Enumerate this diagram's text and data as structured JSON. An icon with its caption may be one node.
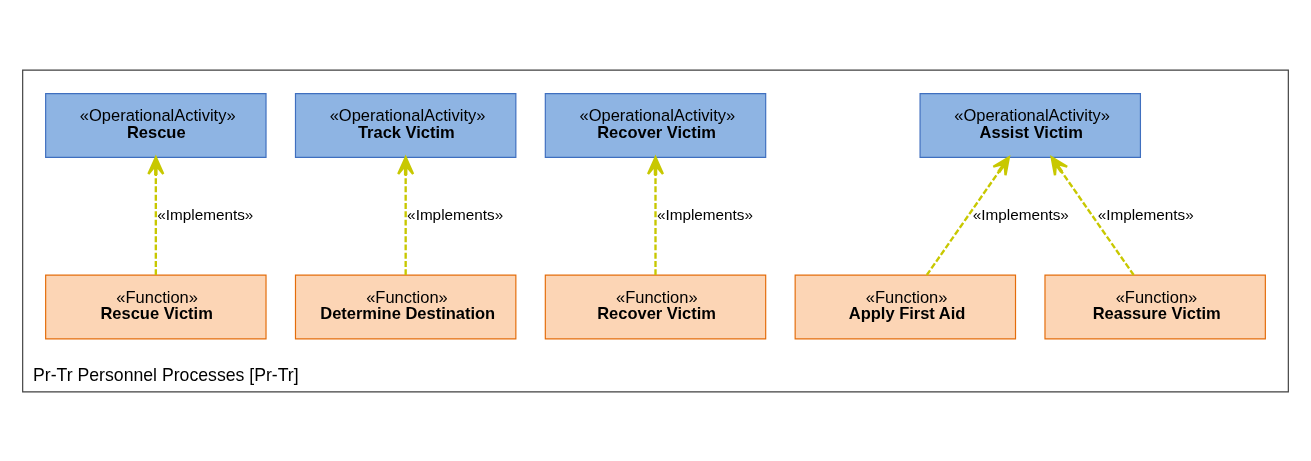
{
  "diagram": {
    "nodes": [
      {
        "text": [
          "Pr-Tr Personnel Processes [Pr-Tr]"
        ]
      },
      {
        "text": [
          "«OperationalActivity»",
          "Assist Victim"
        ],
        "in": 0
      },
      {
        "text": [
          "«OperationalActivity»",
          "Recover Victim"
        ],
        "in": 0
      },
      {
        "text": [
          "«OperationalActivity»",
          "Track Victim"
        ],
        "in": 0
      },
      {
        "text": [
          "«OperationalActivity»",
          "Rescue"
        ],
        "in": 0
      },
      {
        "text": [
          "«Function»",
          "Reassure Victim"
        ],
        "in": 0
      },
      {
        "text": [
          "«Function»",
          "Apply First Aid"
        ],
        "in": 0
      },
      {
        "text": [
          "«Function»",
          "Recover Victim"
        ],
        "in": 0
      },
      {
        "text": [
          "«Function»",
          "Determine Destination"
        ],
        "in": 0
      },
      {
        "text": [
          "«Function»",
          "Rescue Victim"
        ],
        "in": 0
      }
    ],
    "edges": [
      {
        "from": 5,
        "to": 1,
        "arrow": "to",
        "style": "dashed",
        "label": "«Implements»"
      },
      {
        "from": 6,
        "to": 1,
        "arrow": "to",
        "style": "dashed",
        "label": "«Implements»"
      },
      {
        "from": 7,
        "to": 2,
        "arrow": "to",
        "style": "dashed",
        "label": "«Implements»"
      },
      {
        "from": 8,
        "to": 3,
        "arrow": "to",
        "style": "dashed",
        "label": "«Implements»"
      },
      {
        "from": 9,
        "to": 4,
        "arrow": "to",
        "style": "dashed",
        "label": "«Implements»"
      }
    ]
  }
}
